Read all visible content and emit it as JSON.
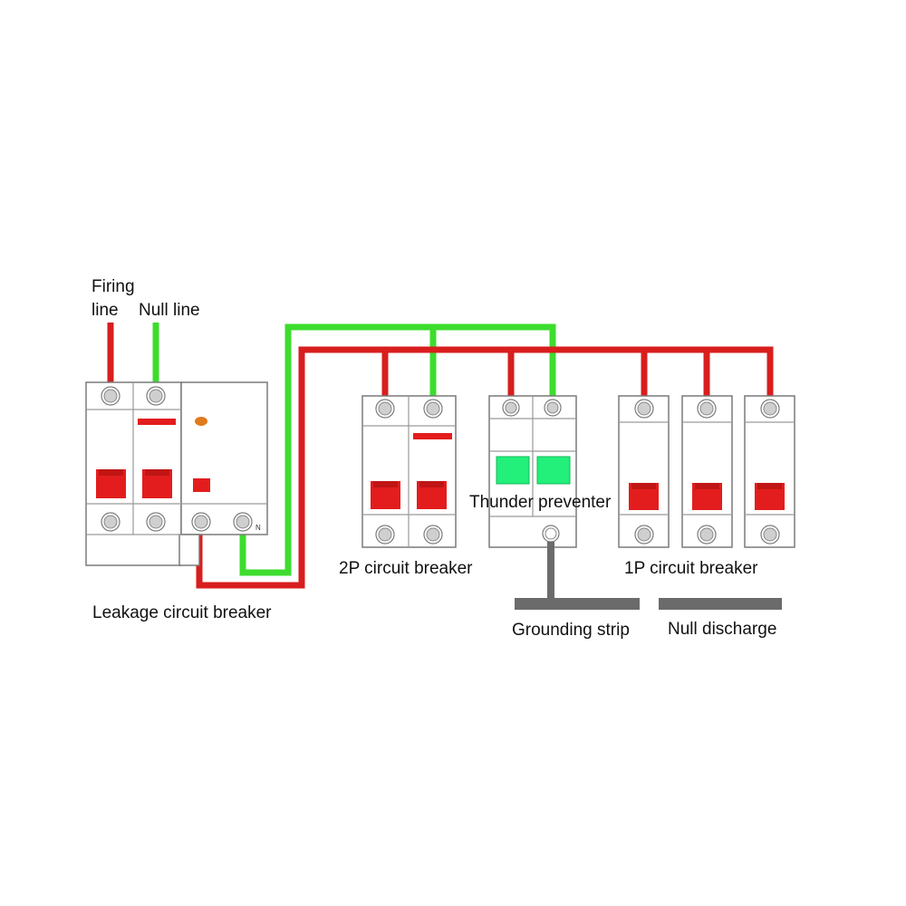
{
  "labels": {
    "firing_line_1": "Firing",
    "firing_line_2": "line",
    "null_line": "Null line",
    "leakage_breaker": "Leakage circuit breaker",
    "breaker_2p": "2P circuit breaker",
    "thunder_preventer": "Thunder preventer",
    "breaker_1p": "1P circuit breaker",
    "grounding_strip": "Grounding strip",
    "null_discharge": "Null discharge",
    "terminal_n": "N"
  },
  "colors": {
    "firing_wire": "#d81e1e",
    "null_wire": "#3ddc2e",
    "toggle": "#e31d1d",
    "surge_window": "#22f07a",
    "ground_bar": "#6b6b6b"
  }
}
